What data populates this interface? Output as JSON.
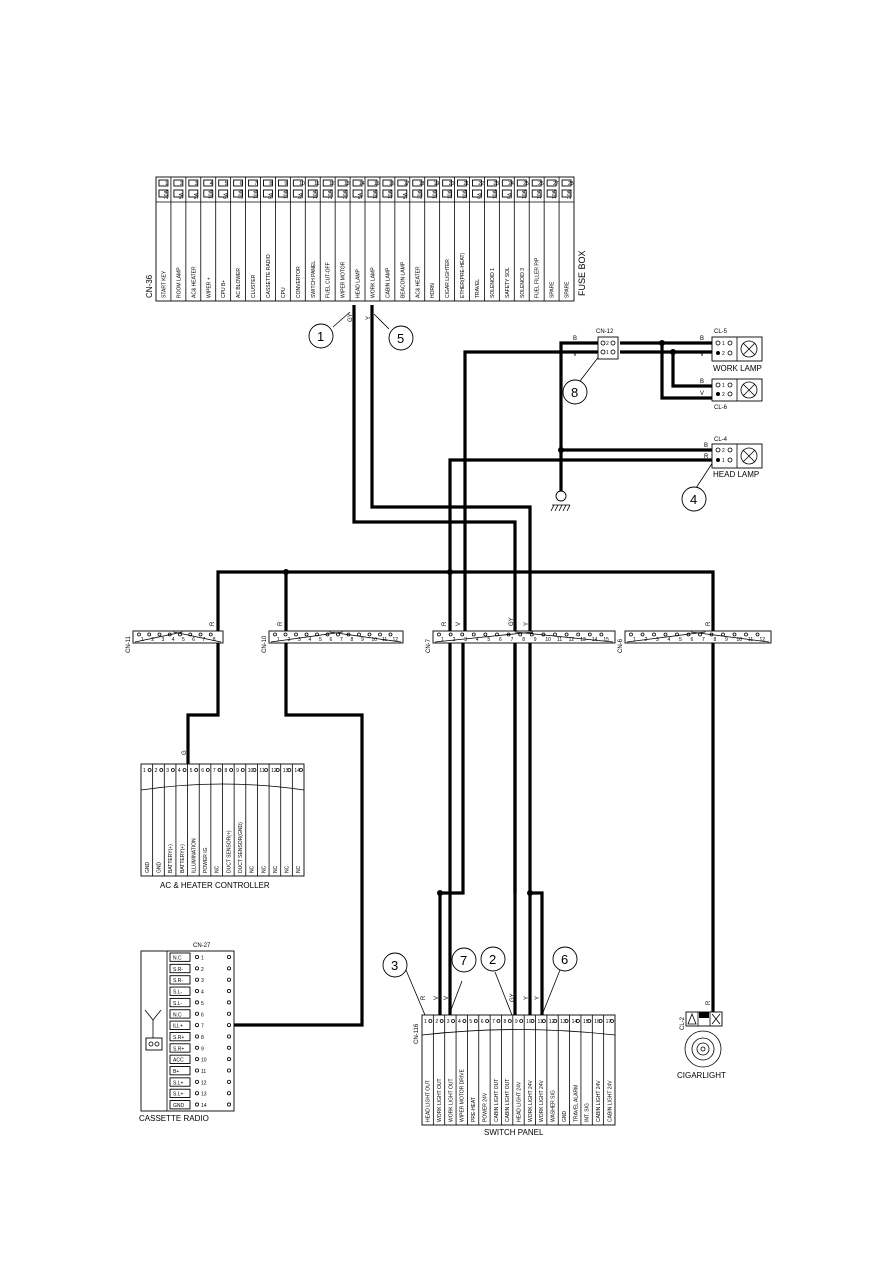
{
  "fuse_box": {
    "connector": "CN-36",
    "title": "FUSE BOX",
    "fuses": [
      {
        "no": "1",
        "rating": "20A",
        "circuit": "START KEY"
      },
      {
        "no": "2",
        "rating": "5A",
        "circuit": "ROOM LAMP"
      },
      {
        "no": "3",
        "rating": "5A",
        "circuit": "AC& HEATER"
      },
      {
        "no": "4",
        "rating": "10A",
        "circuit": "WIPER +"
      },
      {
        "no": "5",
        "rating": "5A",
        "circuit": "CPU B+"
      },
      {
        "no": "6",
        "rating": "20A",
        "circuit": "AC BLOWER"
      },
      {
        "no": "7",
        "rating": "10A",
        "circuit": "CLUSTER"
      },
      {
        "no": "8",
        "rating": "5A",
        "circuit": "CASSETTE RADIO"
      },
      {
        "no": "9",
        "rating": "10A",
        "circuit": "CPU"
      },
      {
        "no": "10",
        "rating": "5A",
        "circuit": "CONVERTOR"
      },
      {
        "no": "11",
        "rating": "10A",
        "circuit": "SWITCH PANEL"
      },
      {
        "no": "12",
        "rating": "20A",
        "circuit": "FUEL CUT-OFF"
      },
      {
        "no": "13",
        "rating": "20A",
        "circuit": "WIPER MOTOR"
      },
      {
        "no": "14",
        "rating": "5A",
        "circuit": "HEAD LAMP"
      },
      {
        "no": "15",
        "rating": "10A",
        "circuit": "WORK LAMP"
      },
      {
        "no": "16",
        "rating": "10A",
        "circuit": "CABIN LAMP"
      },
      {
        "no": "17",
        "rating": "5A",
        "circuit": "BEACON LAMP"
      },
      {
        "no": "18",
        "rating": "20A",
        "circuit": "AC& HEATER"
      },
      {
        "no": "19",
        "rating": "10A",
        "circuit": "HORN"
      },
      {
        "no": "20",
        "rating": "10A",
        "circuit": "CIGAR LIGHTER"
      },
      {
        "no": "21",
        "rating": "10A",
        "circuit": "ETHER(PRE-HEAT)"
      },
      {
        "no": "22",
        "rating": "5A",
        "circuit": "TRAVEL"
      },
      {
        "no": "23",
        "rating": "10A",
        "circuit": "SOLENOID 1"
      },
      {
        "no": "24",
        "rating": "5A",
        "circuit": "SAFETY SOL"
      },
      {
        "no": "25",
        "rating": "10A",
        "circuit": "SOLENOID 3"
      },
      {
        "no": "26",
        "rating": "10A",
        "circuit": "FUEL FILLER P/P"
      },
      {
        "no": "27",
        "rating": "10A",
        "circuit": "SPARE"
      },
      {
        "no": "28",
        "rating": "20A",
        "circuit": "SPARE"
      }
    ]
  },
  "callouts": [
    "1",
    "2",
    "3",
    "4",
    "5",
    "6",
    "7",
    "8"
  ],
  "wire_codes": {
    "gy": "GY",
    "y": "Y",
    "r": "R",
    "v": "V",
    "b": "B",
    "g": "G"
  },
  "lamps": {
    "cn12": "CN-12",
    "cl5": "CL-5",
    "cl6": "CL-6",
    "cl4": "CL-4",
    "work_lamp": "WORK LAMP",
    "head_lamp": "HEAD LAMP"
  },
  "connectors": {
    "cn11": {
      "name": "CN-11",
      "pins": [
        "1",
        "2",
        "3",
        "4",
        "5",
        "6",
        "7",
        "8"
      ]
    },
    "cn10": {
      "name": "CN-10",
      "pins": [
        "1",
        "2",
        "3",
        "4",
        "5",
        "6",
        "7",
        "8",
        "9",
        "10",
        "11",
        "12"
      ]
    },
    "cn7": {
      "name": "CN-7",
      "pins": [
        "1",
        "2",
        "3",
        "4",
        "5",
        "6",
        "7",
        "8",
        "9",
        "10",
        "11",
        "12",
        "13",
        "14",
        "15"
      ]
    },
    "cn6": {
      "name": "CN-6",
      "pins": [
        "1",
        "2",
        "3",
        "4",
        "5",
        "6",
        "7",
        "8",
        "9",
        "10",
        "11",
        "12"
      ]
    }
  },
  "ac_controller": {
    "title": "AC & HEATER CONTROLLER",
    "pins": [
      "1",
      "2",
      "3",
      "4",
      "5",
      "6",
      "7",
      "8",
      "9",
      "10",
      "11",
      "12",
      "13",
      "14"
    ],
    "labels": [
      "GND",
      "GND",
      "BATTERY(+)",
      "BATTERY(+)",
      "ILLUMINATION",
      "POWER IG",
      "NC",
      "DUCT SENSOR(+)",
      "DUCT SENSOR(GND)",
      "NC",
      "NC",
      "NC",
      "NC",
      "NC"
    ]
  },
  "cassette_radio": {
    "connector": "CN-27",
    "title": "CASSETTE RADIO",
    "pins": [
      {
        "label": "N.C",
        "no": "1"
      },
      {
        "label": "S.R-",
        "no": "2"
      },
      {
        "label": "S.R-",
        "no": "3"
      },
      {
        "label": "S.L-",
        "no": "4"
      },
      {
        "label": "S.L-",
        "no": "5"
      },
      {
        "label": "N.C",
        "no": "6"
      },
      {
        "label": "ILL+",
        "no": "7"
      },
      {
        "label": "S.R+",
        "no": "8"
      },
      {
        "label": "S.R+",
        "no": "9"
      },
      {
        "label": "ACC",
        "no": "10"
      },
      {
        "label": "B+",
        "no": "11"
      },
      {
        "label": "S.L+",
        "no": "12"
      },
      {
        "label": "S.L+",
        "no": "13"
      },
      {
        "label": "GND",
        "no": "14"
      }
    ]
  },
  "switch_panel": {
    "connector": "CN-116",
    "title": "SWITCH PANEL",
    "pins": [
      "1",
      "2",
      "3",
      "4",
      "5",
      "6",
      "7",
      "8",
      "9",
      "10",
      "11",
      "12",
      "13",
      "14",
      "15",
      "16",
      "17"
    ],
    "labels": [
      "HEAD LIGHT OUT",
      "WORK LIGHT OUT",
      "WORK LIGHT OUT",
      "WIPER MOTOR DRIVE",
      "PRE-HEAT",
      "POWER 24V",
      "CABIN LIGHT OUT",
      "CABIN LIGHT OUT",
      "HEAD LIGHT 24V",
      "WORK LIGHT 24V",
      "WORK LIGHT 24V",
      "WASHER SIG",
      "GND",
      "TRAVEL ALARM",
      "INT. SIG",
      "CABIN LIGHT 24V",
      "CABIN LIGHT 24V"
    ]
  },
  "cigar": {
    "connector": "CL-2",
    "title": "CIGARLIGHT"
  }
}
